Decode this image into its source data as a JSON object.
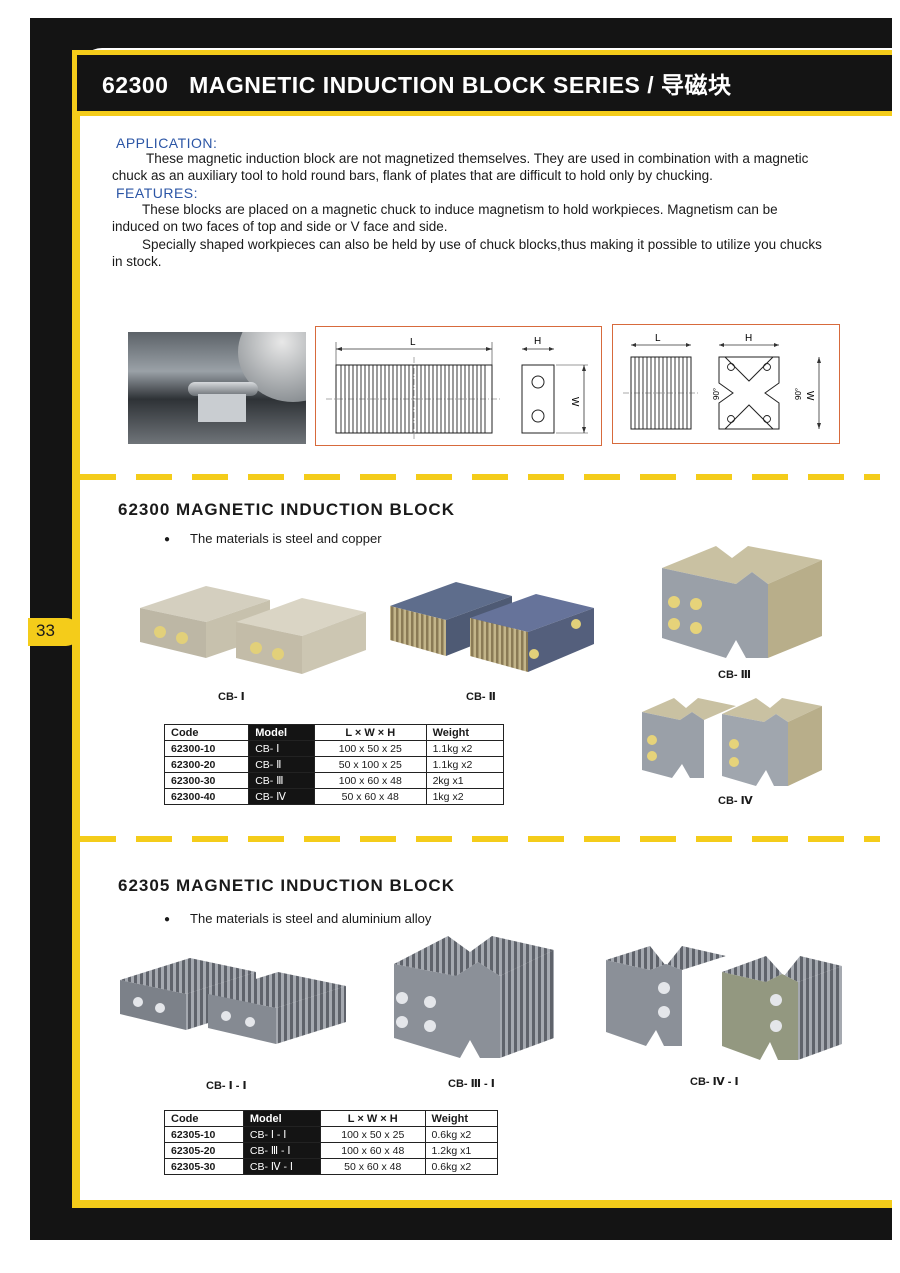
{
  "page": {
    "title_code": "62300",
    "title_text": "MAGNETIC INDUCTION BLOCK SERIES / 导磁块",
    "page_number": "33"
  },
  "intro": {
    "application_label": "APPLICATION:",
    "application_text": "These magnetic induction block are not magnetized themselves. They are used in combination with a magnetic chuck as an auxiliary tool to hold round bars, flank of plates that are difficult to hold only by chucking.",
    "features_label": "FEATURES:",
    "features_text_1": "These blocks are placed on a magnetic chuck to induce magnetism to hold workpieces. Magnetism can be induced on two faces of top and side or V face and side.",
    "features_text_2": "Specially  shaped workpieces can also be held by use of chuck blocks,thus making it possible to utilize you chucks in stock."
  },
  "drawings": {
    "drawing1": {
      "L": "L",
      "H": "H",
      "W": "W"
    },
    "drawing2": {
      "L": "L",
      "H": "H",
      "W": "W",
      "angle": "90°"
    }
  },
  "section1": {
    "title": "62300 MAGNETIC INDUCTION BLOCK",
    "material": "The materials is steel and copper",
    "captions": [
      "CB- Ⅰ",
      "CB- Ⅱ",
      "CB- Ⅲ",
      "CB- Ⅳ"
    ],
    "table": {
      "headers": [
        "Code",
        "Model",
        "L × W × H",
        "Weight"
      ],
      "rows": [
        [
          "62300-10",
          "CB- Ⅰ",
          "100 x 50 x 25",
          "1.1kg x2"
        ],
        [
          "62300-20",
          "CB- Ⅱ",
          "50 x 100 x 25",
          "1.1kg x2"
        ],
        [
          "62300-30",
          "CB- Ⅲ",
          "100 x 60 x 48",
          "2kg x1"
        ],
        [
          "62300-40",
          "CB- Ⅳ",
          "50 x 60 x 48",
          "1kg x2"
        ]
      ]
    }
  },
  "section2": {
    "title": "62305 MAGNETIC INDUCTION BLOCK",
    "material": "The materials is steel and aluminium alloy",
    "captions": [
      "CB- Ⅰ - Ⅰ",
      "CB- Ⅲ - Ⅰ",
      "CB- Ⅳ - Ⅰ"
    ],
    "table": {
      "headers": [
        "Code",
        "Model",
        "L × W × H",
        "Weight"
      ],
      "rows": [
        [
          "62305-10",
          "CB- Ⅰ - Ⅰ",
          "100 x 50 x 25",
          "0.6kg x2"
        ],
        [
          "62305-20",
          "CB- Ⅲ - Ⅰ",
          "100 x 60 x 48",
          "1.2kg x1"
        ],
        [
          "62305-30",
          "CB- Ⅳ - Ⅰ",
          "50 x 60 x 48",
          "0.6kg x2"
        ]
      ]
    }
  },
  "colors": {
    "frame": "#141414",
    "accent_yellow": "#f4cc1a",
    "label_blue": "#2b55a5",
    "drawing_border": "#d76a3c"
  }
}
